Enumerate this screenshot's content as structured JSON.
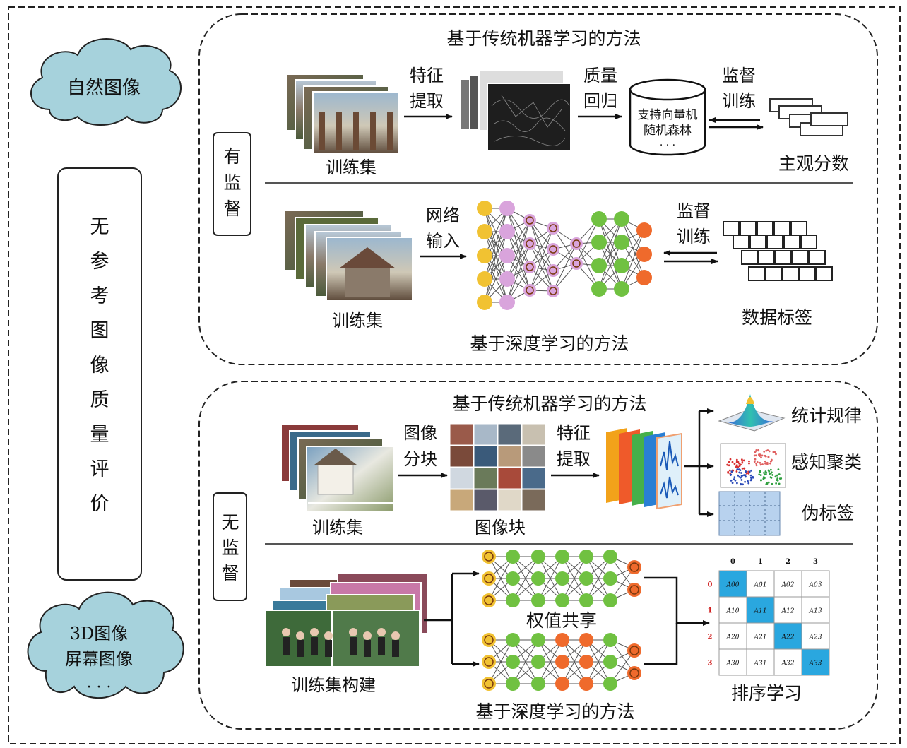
{
  "left": {
    "cloud_top": "自然图像",
    "center_box_chars": [
      "无",
      "参",
      "考",
      "图",
      "像",
      "质",
      "量",
      "评",
      "价"
    ],
    "cloud_bottom_lines": [
      "3D图像",
      "屏幕图像",
      "· · ·"
    ]
  },
  "supervised": {
    "side_label_chars": [
      "有",
      "监",
      "督"
    ],
    "ml": {
      "title": "基于传统机器学习的方法",
      "training_set": "训练集",
      "feature_extract": [
        "特征",
        "提取"
      ],
      "quality_regression": [
        "质量",
        "回归"
      ],
      "model_lines": [
        "支持向量机",
        "随机森林",
        "· · ·"
      ],
      "supervised_training": [
        "监督",
        "训练"
      ],
      "subjective_score": "主观分数"
    },
    "dl": {
      "training_set": "训练集",
      "network_input": [
        "网络",
        "输入"
      ],
      "supervised_training": [
        "监督",
        "训练"
      ],
      "data_labels": "数据标签",
      "title": "基于深度学习的方法"
    }
  },
  "unsupervised": {
    "side_label_chars": [
      "无",
      "监",
      "督"
    ],
    "ml": {
      "title": "基于传统机器学习的方法",
      "image_split": [
        "图像",
        "分块"
      ],
      "feature_extract": [
        "特征",
        "提取"
      ],
      "training_set": "训练集",
      "image_blocks": "图像块",
      "outputs": [
        "统计规律",
        "感知聚类",
        "伪标签"
      ]
    },
    "dl": {
      "weight_sharing": "权值共享",
      "training_set_build": "训练集构建",
      "title": "基于深度学习的方法",
      "ranking": "排序学习",
      "matrix_indices": [
        "0",
        "1",
        "2",
        "3"
      ],
      "matrix_cells": [
        [
          "A00",
          "A01",
          "A02",
          "A03"
        ],
        [
          "A10",
          "A11",
          "A12",
          "A13"
        ],
        [
          "A20",
          "A21",
          "A22",
          "A23"
        ],
        [
          "A30",
          "A31",
          "A32",
          "A33"
        ]
      ]
    }
  },
  "colors": {
    "cloud": "#a6d2dc",
    "node_yellow": "#f1c232",
    "node_purple": "#d9a4dc",
    "node_green": "#70c141",
    "node_orange": "#ef6a2c",
    "matrix_highlight": "#2aa7df"
  }
}
